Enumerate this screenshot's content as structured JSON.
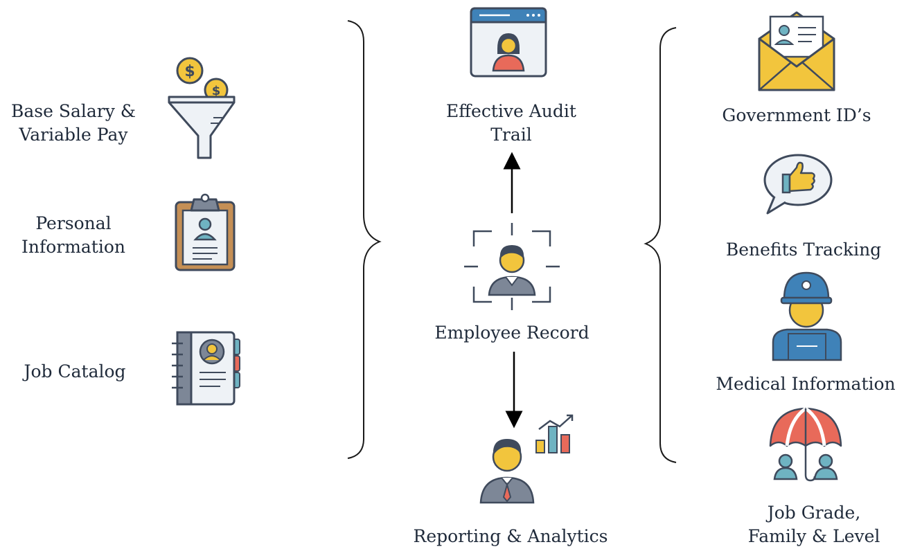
{
  "left_items": [
    {
      "lines": [
        "Base Salary &",
        "Variable Pay"
      ],
      "icon": "coin-funnel-icon"
    },
    {
      "lines": [
        "Personal",
        "Information"
      ],
      "icon": "clipboard-profile-icon"
    },
    {
      "lines": [
        "Job Catalog"
      ],
      "icon": "address-book-icon"
    }
  ],
  "center": {
    "top": {
      "lines": [
        "Effective Audit",
        "Trail"
      ],
      "icon": "browser-profile-icon"
    },
    "middle": {
      "label": "Employee Record",
      "icon": "employee-focus-icon"
    },
    "bottom": {
      "label": "Reporting & Analytics",
      "icon": "manager-growth-chart-icon"
    }
  },
  "right_items": [
    {
      "lines": [
        "Government ID’s"
      ],
      "icon": "envelope-id-card-icon"
    },
    {
      "lines": [
        "Benefits Tracking"
      ],
      "icon": "thumbs-up-speech-icon"
    },
    {
      "lines": [
        "Medical Information"
      ],
      "icon": "worker-helmet-icon"
    },
    {
      "lines": [
        "Job Grade,",
        "Family & Level"
      ],
      "icon": "umbrella-people-icon"
    }
  ],
  "colors": {
    "outline": "#3f4a5c",
    "gold": "#f2c53d",
    "teal": "#6fb3c2",
    "red": "#e86a5a",
    "blue": "#3f82b8",
    "paper": "#eef2f6",
    "brown": "#c58f55"
  }
}
